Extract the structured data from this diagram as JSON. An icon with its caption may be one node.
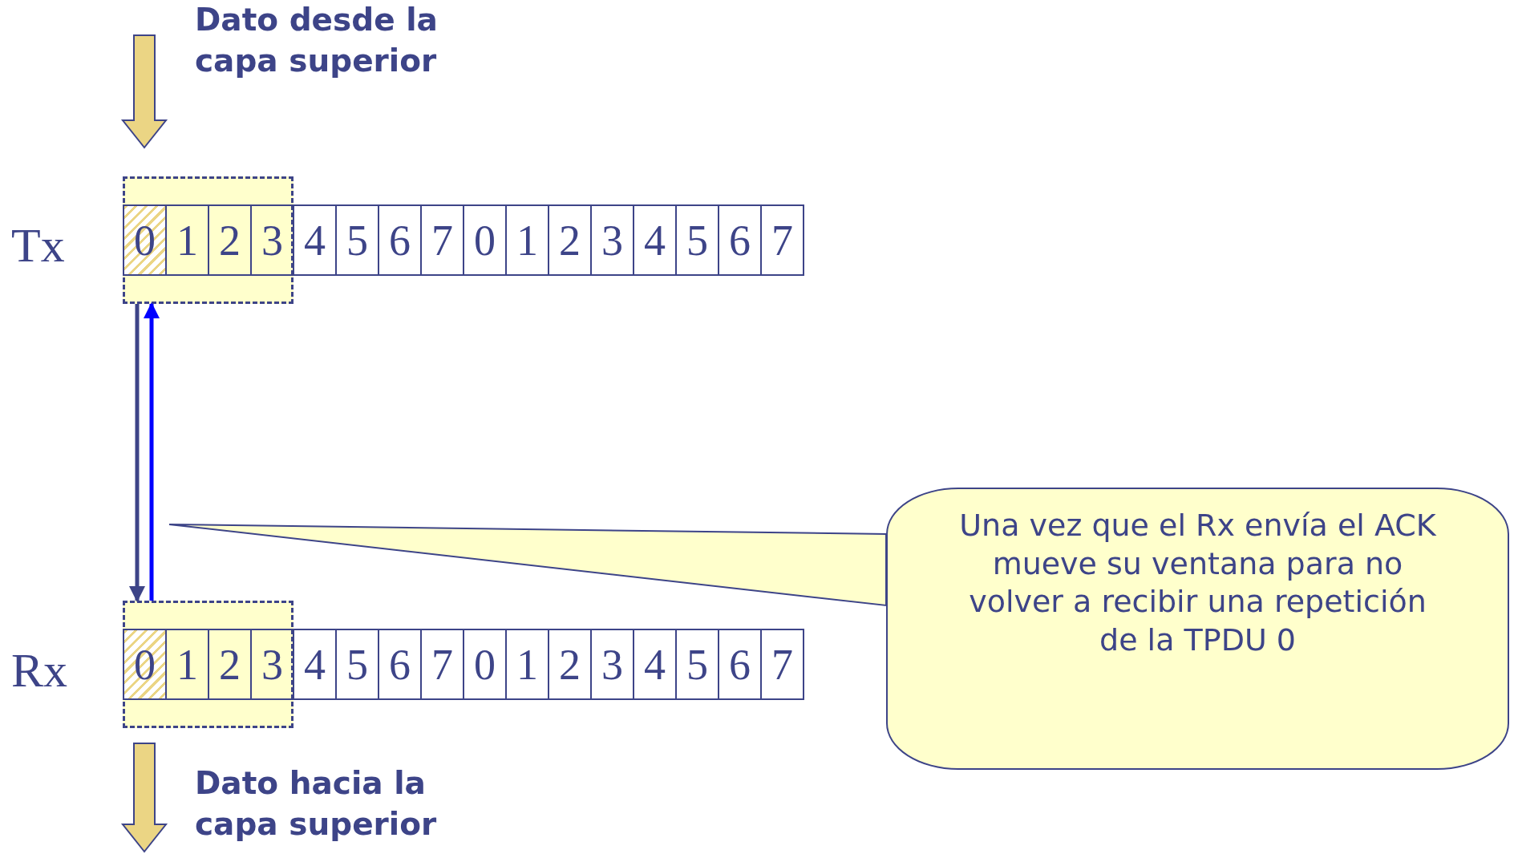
{
  "diagram": {
    "nodes": [
      {
        "text": [],
        "shape": "box"
      },
      {
        "text": [
          "0"
        ],
        "in": 0
      },
      {
        "text": [
          "1"
        ],
        "in": 0
      },
      {
        "text": [
          "2"
        ],
        "in": 0
      },
      {
        "text": [
          "3"
        ],
        "in": 0
      },
      {
        "text": [
          "4"
        ]
      },
      {
        "text": [
          "5"
        ]
      },
      {
        "text": [
          "6"
        ]
      },
      {
        "text": [
          "7"
        ]
      },
      {
        "text": [
          "0"
        ]
      },
      {
        "text": [
          "1"
        ]
      },
      {
        "text": [
          "2"
        ]
      },
      {
        "text": [
          "3"
        ]
      },
      {
        "text": [
          "4"
        ]
      },
      {
        "text": [
          "5"
        ]
      },
      {
        "text": [
          "6"
        ]
      },
      {
        "text": [
          "7"
        ]
      },
      {
        "text": [],
        "shape": "box"
      },
      {
        "text": [
          "0"
        ],
        "in": 17
      },
      {
        "text": [
          "1"
        ],
        "in": 17
      },
      {
        "text": [
          "2"
        ],
        "in": 17
      },
      {
        "text": [
          "3"
        ],
        "in": 17
      },
      {
        "text": [
          "4"
        ]
      },
      {
        "text": [
          "5"
        ]
      },
      {
        "text": [
          "6"
        ]
      },
      {
        "text": [
          "7"
        ]
      },
      {
        "text": [
          "0"
        ]
      },
      {
        "text": [
          "1"
        ]
      },
      {
        "text": [
          "2"
        ]
      },
      {
        "text": [
          "3"
        ]
      },
      {
        "text": [
          "4"
        ]
      },
      {
        "text": [
          "5"
        ]
      },
      {
        "text": [
          "6"
        ]
      },
      {
        "text": [
          "7"
        ]
      },
      {
        "text": [
          "Una vez que el Rx envía el ACK mueve su ventana para no volver a recibir una repetición de la TPDU 0"
        ]
      }
    ],
    "edges": [
      {
        "from": 0,
        "to": 17,
        "arrow": "to"
      },
      {
        "from": 17,
        "to": 0,
        "arrow": "to",
        "color": "#0000ff"
      },
      {
        "from": null,
        "to": 0,
        "arrow": "to",
        "style": "thick",
        "color": "#ebd584"
      },
      {
        "from": 17,
        "to": null,
        "arrow": "to",
        "style": "thick",
        "color": "#ebd584"
      },
      {
        "from": 34,
        "to": null,
        "arrow": "to"
      }
    ],
    "labels": [
      "Dato desde la capa superior",
      "Tx",
      "Rx",
      "Dato hacia la capa superior"
    ]
  }
}
